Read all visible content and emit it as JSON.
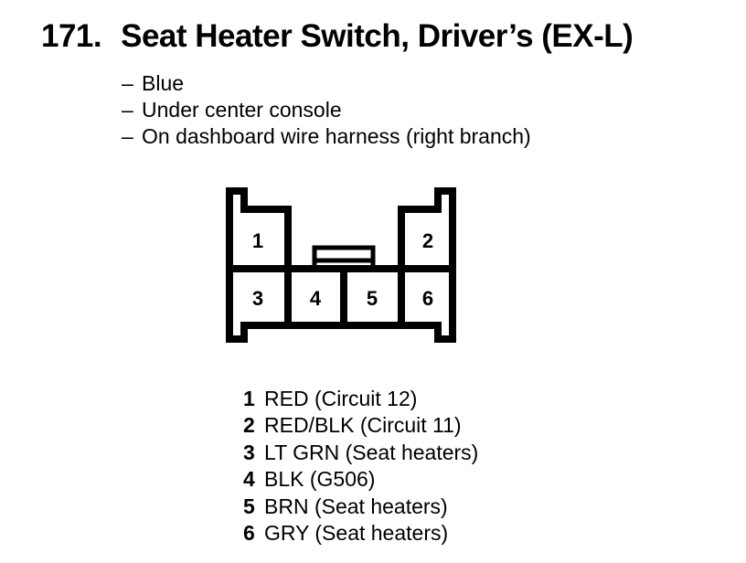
{
  "header": {
    "index": "171.",
    "title": "Seat Heater Switch, Driver’s (EX-L)"
  },
  "details": {
    "dash": "–",
    "items": [
      "Blue",
      "Under center console",
      "On dashboard wire harness (right branch)"
    ]
  },
  "connector": {
    "color": "Blue",
    "line_color": "#000000",
    "pins": [
      "1",
      "2",
      "3",
      "4",
      "5",
      "6"
    ]
  },
  "legend": {
    "rows": [
      {
        "pin": "1",
        "desc": "RED (Circuit 12)"
      },
      {
        "pin": "2",
        "desc": "RED/BLK (Circuit 11)"
      },
      {
        "pin": "3",
        "desc": "LT GRN (Seat heaters)"
      },
      {
        "pin": "4",
        "desc": "BLK (G506)"
      },
      {
        "pin": "5",
        "desc": "BRN (Seat heaters)"
      },
      {
        "pin": "6",
        "desc": "GRY (Seat heaters)"
      }
    ]
  }
}
